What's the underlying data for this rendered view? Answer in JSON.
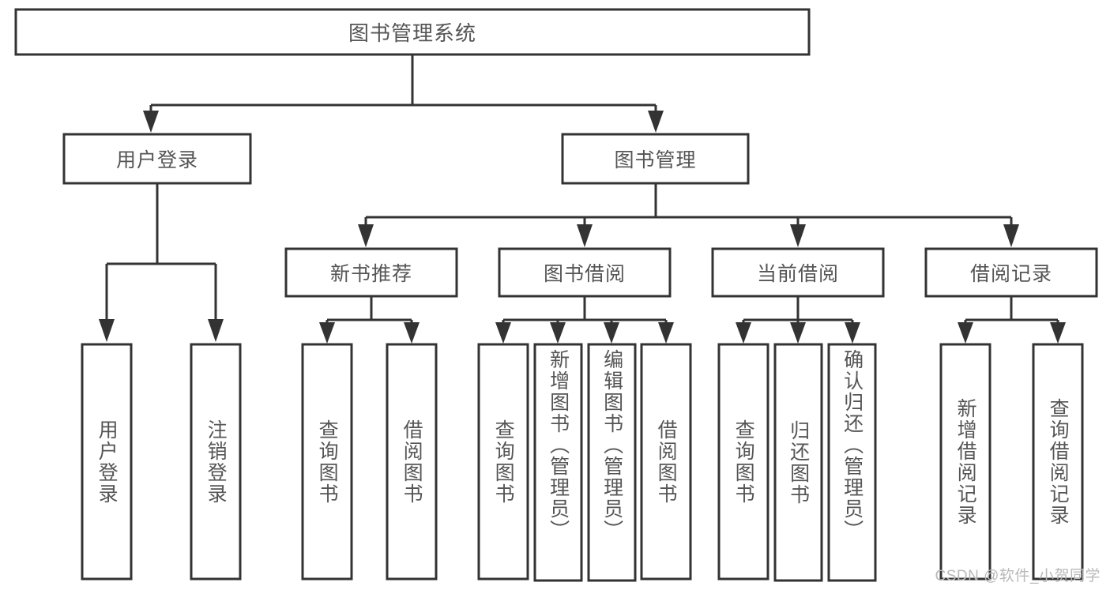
{
  "diagram": {
    "type": "tree-hierarchy",
    "title": "图书管理系统",
    "watermark": "CSDN @软件_小贺同学",
    "colors": {
      "stroke": "#333333",
      "box_fill": "#ffffff",
      "text": "#555555",
      "background": "#ffffff",
      "watermark": "#b9b9b9"
    },
    "levels": [
      {
        "level": 1,
        "nodes": [
          {
            "id": "root",
            "label": "图书管理系统",
            "orientation": "horizontal"
          }
        ]
      },
      {
        "level": 2,
        "nodes": [
          {
            "id": "user-login",
            "label": "用户登录",
            "orientation": "horizontal",
            "parent": "root"
          },
          {
            "id": "book-mgmt",
            "label": "图书管理",
            "orientation": "horizontal",
            "parent": "root"
          }
        ]
      },
      {
        "level": 3,
        "nodes": [
          {
            "id": "new-book-rec",
            "label": "新书推荐",
            "orientation": "horizontal",
            "parent": "book-mgmt"
          },
          {
            "id": "book-borrow",
            "label": "图书借阅",
            "orientation": "horizontal",
            "parent": "book-mgmt"
          },
          {
            "id": "current-borrow",
            "label": "当前借阅",
            "orientation": "horizontal",
            "parent": "book-mgmt"
          },
          {
            "id": "borrow-record",
            "label": "借阅记录",
            "orientation": "horizontal",
            "parent": "book-mgmt"
          }
        ]
      },
      {
        "level": 4,
        "nodes": [
          {
            "id": "leaf-user-login",
            "label": "用户登录",
            "orientation": "vertical",
            "parent": "user-login"
          },
          {
            "id": "leaf-logout",
            "label": "注销登录",
            "orientation": "vertical",
            "parent": "user-login"
          },
          {
            "id": "leaf-query-book-1",
            "label": "查询图书",
            "orientation": "vertical",
            "parent": "new-book-rec"
          },
          {
            "id": "leaf-borrow-book-1",
            "label": "借阅图书",
            "orientation": "vertical",
            "parent": "new-book-rec"
          },
          {
            "id": "leaf-query-book-2",
            "label": "查询图书",
            "orientation": "vertical",
            "parent": "book-borrow"
          },
          {
            "id": "leaf-add-book",
            "label": "新增图书（管理员）",
            "orientation": "vertical",
            "parent": "book-borrow"
          },
          {
            "id": "leaf-edit-book",
            "label": "编辑图书（管理员）",
            "orientation": "vertical",
            "parent": "book-borrow"
          },
          {
            "id": "leaf-borrow-book-2",
            "label": "借阅图书",
            "orientation": "vertical",
            "parent": "book-borrow"
          },
          {
            "id": "leaf-query-book-3",
            "label": "查询图书",
            "orientation": "vertical",
            "parent": "current-borrow"
          },
          {
            "id": "leaf-return-book",
            "label": "归还图书",
            "orientation": "vertical",
            "parent": "current-borrow"
          },
          {
            "id": "leaf-confirm-return",
            "label": "确认归还（管理员）",
            "orientation": "vertical",
            "parent": "current-borrow"
          },
          {
            "id": "leaf-add-record",
            "label": "新增借阅记录",
            "orientation": "vertical",
            "parent": "borrow-record"
          },
          {
            "id": "leaf-query-record",
            "label": "查询借阅记录",
            "orientation": "vertical",
            "parent": "borrow-record"
          }
        ]
      }
    ]
  }
}
